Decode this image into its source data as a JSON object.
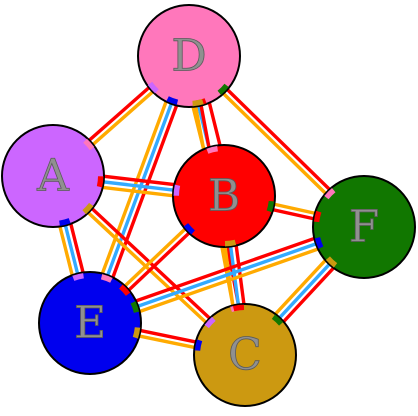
{
  "nodes": [
    {
      "id": "D",
      "label": "D",
      "color": "#ff77bb"
    },
    {
      "id": "A",
      "label": "A",
      "color": "#cc66ff"
    },
    {
      "id": "B",
      "label": "B",
      "color": "#ff0000"
    },
    {
      "id": "F",
      "label": "F",
      "color": "#117700"
    },
    {
      "id": "E",
      "label": "E",
      "color": "#0000ee"
    },
    {
      "id": "C",
      "label": "C",
      "color": "#cc9911"
    }
  ],
  "edges": [
    {
      "from": "D",
      "to": "A",
      "strands": [
        "#ffaa00",
        "#ff0000"
      ]
    },
    {
      "from": "D",
      "to": "B",
      "strands": [
        "#ff0000",
        "#ffffff",
        "#33aaff",
        "#ffaa00"
      ]
    },
    {
      "from": "D",
      "to": "F",
      "strands": [
        "#ff0000",
        "#ffaa00"
      ]
    },
    {
      "from": "D",
      "to": "E",
      "strands": [
        "#ff0000",
        "#33aaff",
        "#ffaa00"
      ]
    },
    {
      "from": "D",
      "to": "C",
      "strands": [
        "#ff0000",
        "#ffaa00"
      ]
    },
    {
      "from": "A",
      "to": "B",
      "strands": [
        "#ff0000",
        "#33aaff",
        "#ffaa00"
      ]
    },
    {
      "from": "A",
      "to": "E",
      "strands": [
        "#ff0000",
        "#33aaff",
        "#ffaa00"
      ]
    },
    {
      "from": "A",
      "to": "C",
      "strands": [
        "#ff0000",
        "#ffaa00"
      ]
    },
    {
      "from": "B",
      "to": "F",
      "strands": [
        "#ffaa00",
        "#ff0000"
      ]
    },
    {
      "from": "B",
      "to": "C",
      "strands": [
        "#ff0000",
        "#33aaff",
        "#ffaa00"
      ]
    },
    {
      "from": "B",
      "to": "E",
      "strands": [
        "#ff0000",
        "#ffaa00"
      ]
    },
    {
      "from": "F",
      "to": "E",
      "strands": [
        "#ffaa00",
        "#33aaff",
        "#ff0000"
      ]
    },
    {
      "from": "F",
      "to": "C",
      "strands": [
        "#ff0000",
        "#33aaff",
        "#ffaa00"
      ]
    },
    {
      "from": "E",
      "to": "C",
      "strands": [
        "#ff0000",
        "#ffaa00"
      ]
    }
  ]
}
